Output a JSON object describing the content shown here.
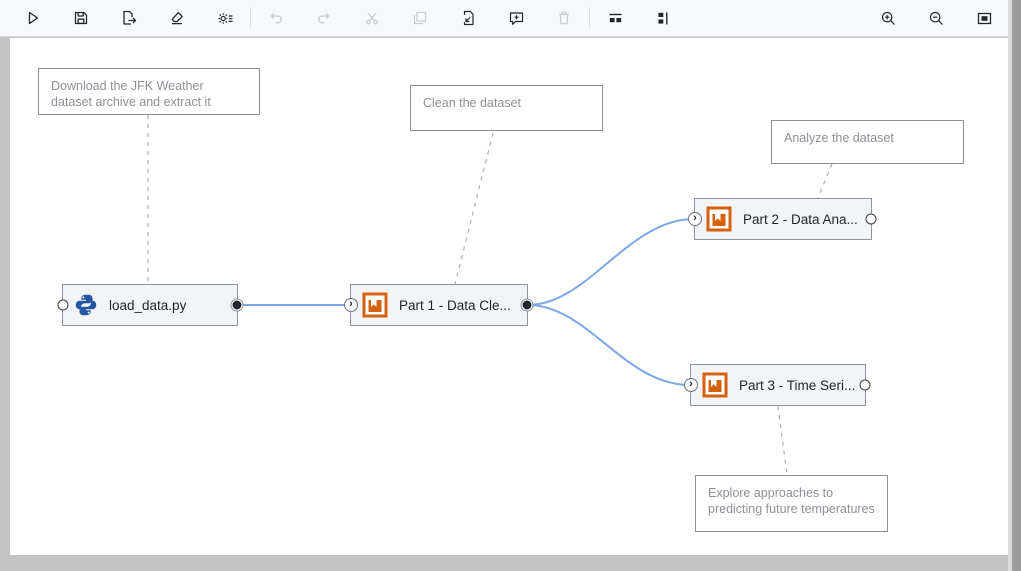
{
  "toolbar": {
    "left_items": [
      {
        "name": "run",
        "icon": "play-icon",
        "enabled": true
      },
      {
        "name": "save",
        "icon": "save-icon",
        "enabled": true
      },
      {
        "name": "export",
        "icon": "export-icon",
        "enabled": true
      },
      {
        "name": "clear",
        "icon": "eraser-icon",
        "enabled": true
      },
      {
        "name": "open-properties",
        "icon": "gear-list-icon",
        "enabled": true
      },
      {
        "name": "undo",
        "icon": "undo-icon",
        "enabled": false
      },
      {
        "name": "redo",
        "icon": "redo-icon",
        "enabled": false
      },
      {
        "name": "cut",
        "icon": "scissors-icon",
        "enabled": false
      },
      {
        "name": "copy",
        "icon": "copy-icon",
        "enabled": false
      },
      {
        "name": "paste",
        "icon": "paste-icon",
        "enabled": true
      },
      {
        "name": "add-comment",
        "icon": "comment-plus-icon",
        "enabled": true
      },
      {
        "name": "delete",
        "icon": "trash-icon",
        "enabled": false
      },
      {
        "name": "arrange-horizontally",
        "icon": "arrange-horizontal-icon",
        "enabled": true
      },
      {
        "name": "arrange-vertically",
        "icon": "arrange-vertical-icon",
        "enabled": true
      }
    ],
    "right_items": [
      {
        "name": "zoom-in",
        "icon": "zoom-in-icon",
        "enabled": true
      },
      {
        "name": "zoom-out",
        "icon": "zoom-out-icon",
        "enabled": true
      },
      {
        "name": "fit-to-view",
        "icon": "fit-to-view-icon",
        "enabled": true
      }
    ]
  },
  "canvas": {
    "comments": [
      {
        "id": "c1",
        "text": "Download the JFK Weather dataset archive and extract it"
      },
      {
        "id": "c2",
        "text": "Clean the dataset"
      },
      {
        "id": "c3",
        "text": "Analyze the dataset"
      },
      {
        "id": "c4",
        "text": "Explore approaches to predicting future temperatures"
      }
    ],
    "nodes": [
      {
        "id": "load_data",
        "label": "load_data.py",
        "icon": "python-icon",
        "type": "python-script"
      },
      {
        "id": "part1",
        "label": "Part 1 - Data Cle...",
        "icon": "notebook-icon",
        "type": "notebook"
      },
      {
        "id": "part2",
        "label": "Part 2 - Data Ana...",
        "icon": "notebook-icon",
        "type": "notebook"
      },
      {
        "id": "part3",
        "label": "Part 3 - Time Seri...",
        "icon": "notebook-icon",
        "type": "notebook"
      }
    ],
    "edges": [
      {
        "from": "load_data",
        "to": "part1"
      },
      {
        "from": "part1",
        "to": "part2"
      },
      {
        "from": "part1",
        "to": "part3"
      }
    ],
    "comment_links": [
      {
        "from": "c1",
        "to": "load_data"
      },
      {
        "from": "c2",
        "to": "part1"
      },
      {
        "from": "c3",
        "to": "part2"
      },
      {
        "from": "c4",
        "to": "part3"
      }
    ]
  },
  "colors": {
    "edge_blue": "#7ea7e9",
    "notebook_orange": "#d4610d",
    "python_blue": "#2456a4",
    "comment_gray": "#8d9196",
    "node_fill": "#f2f4f7"
  }
}
